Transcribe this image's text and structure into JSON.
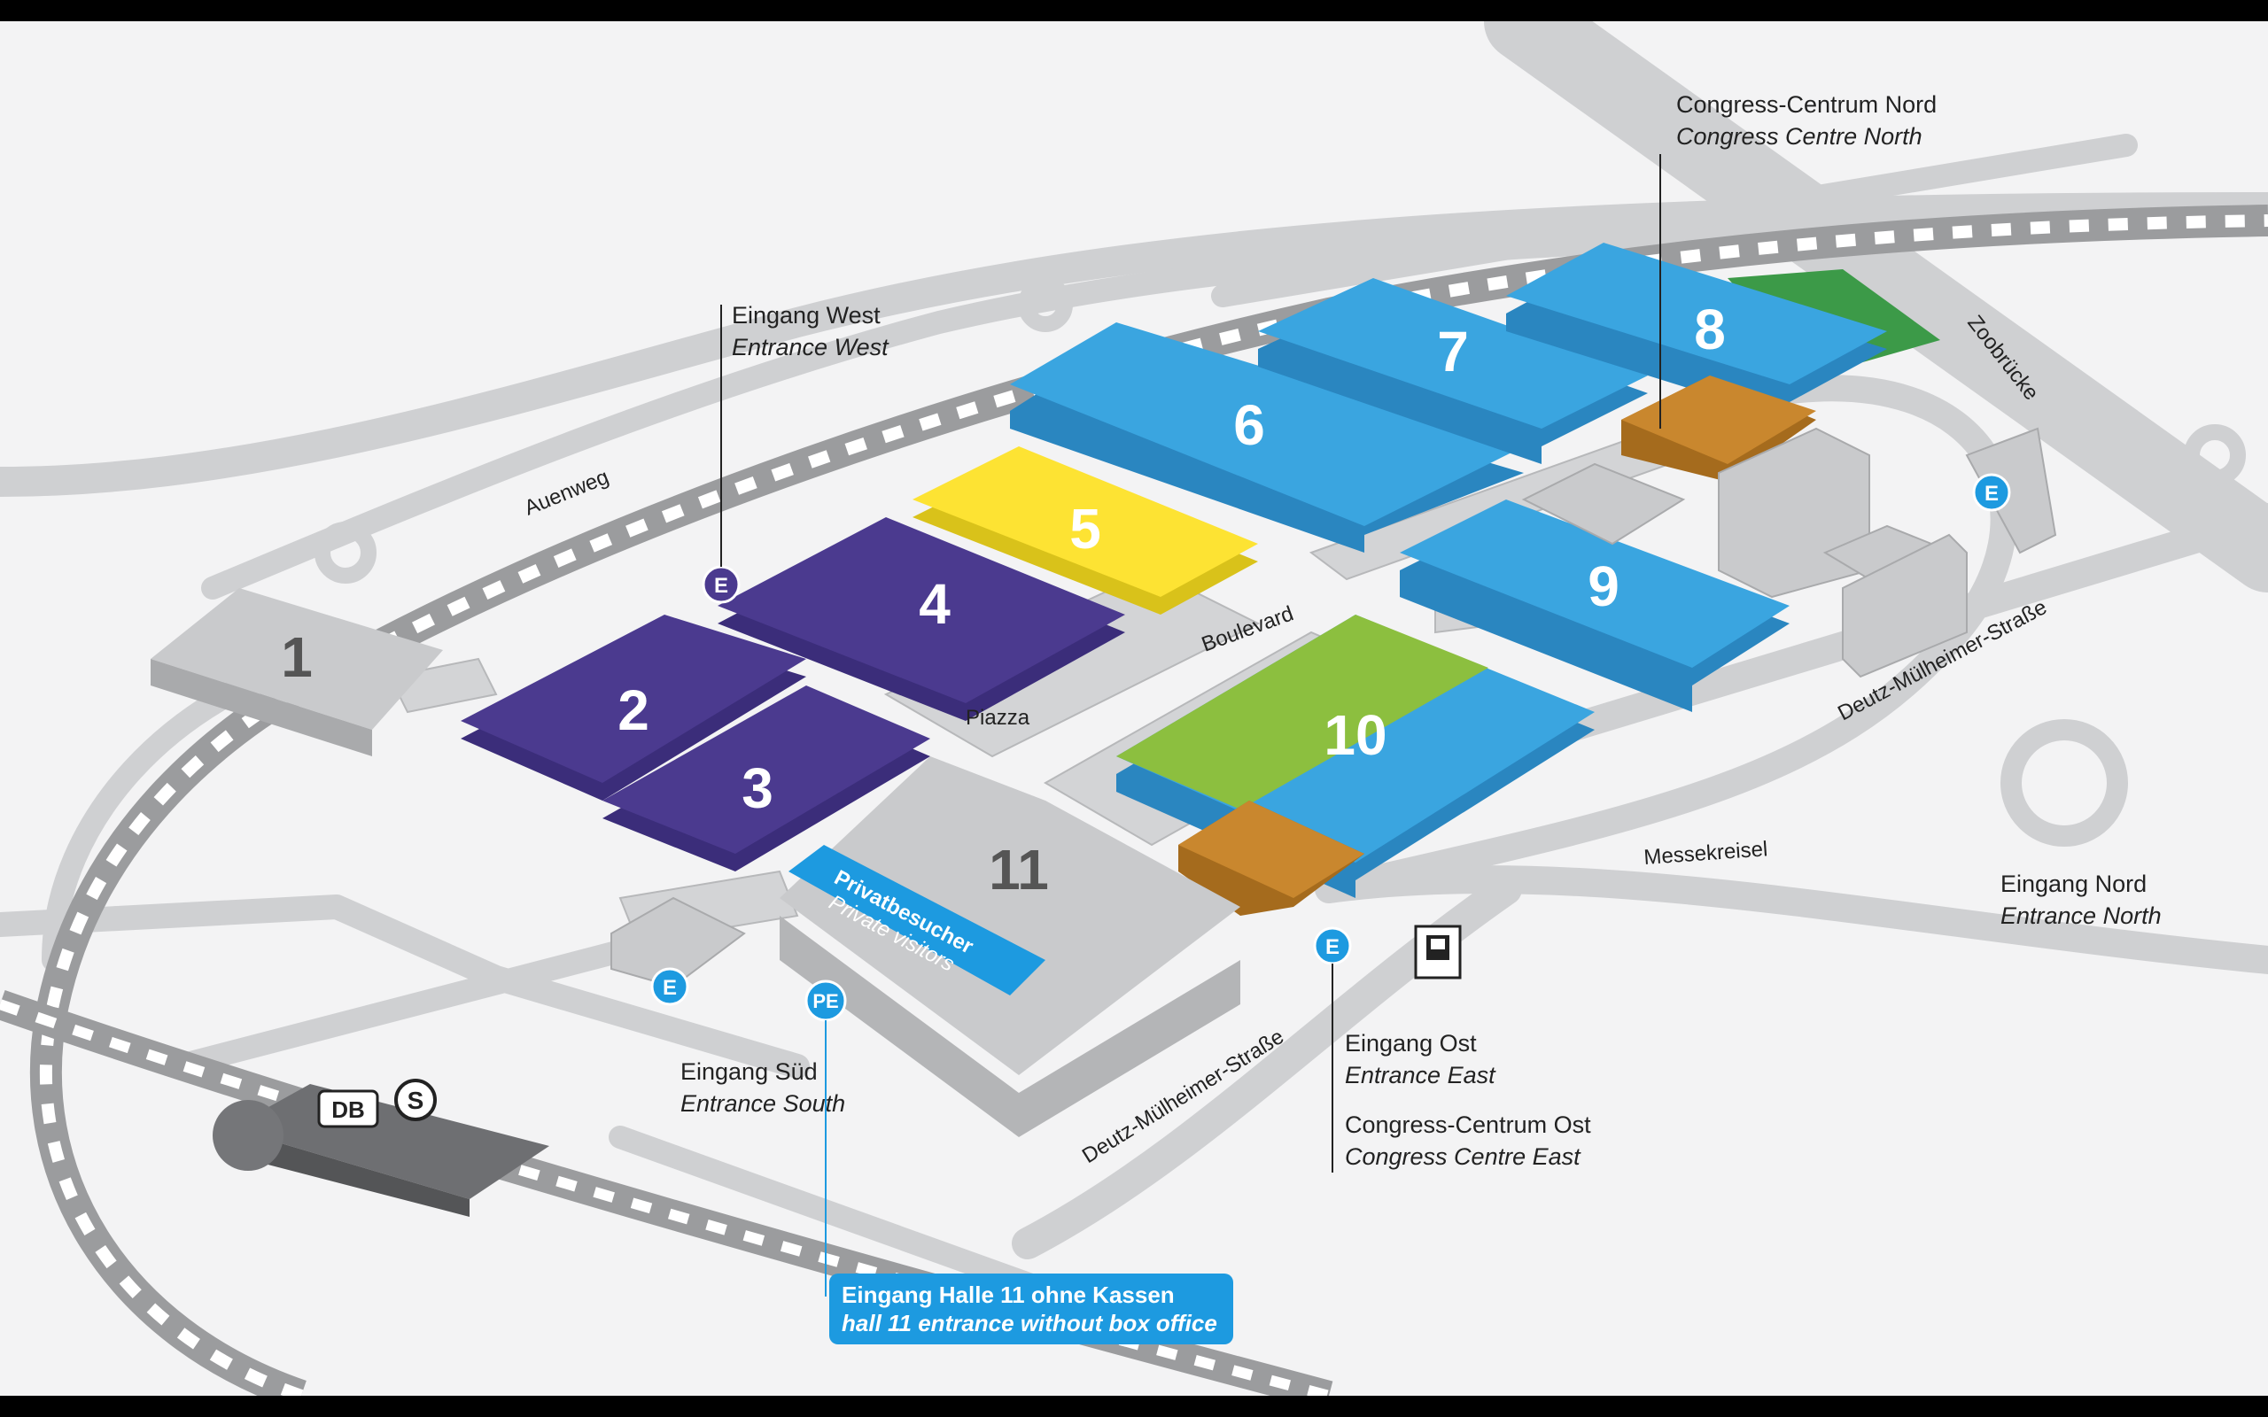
{
  "halls": [
    {
      "id": "1",
      "label": "1",
      "color": "#c9cacc"
    },
    {
      "id": "2",
      "label": "2",
      "color": "#4b3a8f"
    },
    {
      "id": "3",
      "label": "3",
      "color": "#4b3a8f"
    },
    {
      "id": "4",
      "label": "4",
      "color": "#4b3a8f"
    },
    {
      "id": "5",
      "label": "5",
      "color": "#fde333"
    },
    {
      "id": "6",
      "label": "6",
      "color": "#3aa5e0"
    },
    {
      "id": "7",
      "label": "7",
      "color": "#3aa5e0"
    },
    {
      "id": "8",
      "label": "8",
      "color": "#3aa5e0"
    },
    {
      "id": "9",
      "label": "9",
      "color": "#3aa5e0"
    },
    {
      "id": "10",
      "label": "10",
      "color": "#3aa5e0"
    },
    {
      "id": "11",
      "label": "11",
      "color": "#c9cacc"
    }
  ],
  "colors": {
    "hall_purple": "#4b3a8f",
    "hall_blue": "#3aa5e0",
    "hall_yellow": "#fde333",
    "hall_green": "#8cbf3f",
    "congress_orange": "#c9872e",
    "road": "#cfd0d2",
    "park": "#3c9a48",
    "entrance_badge": "#1d9ae0",
    "entrance_west_badge": "#4b3a8f"
  },
  "streets": {
    "auenweg": "Auenweg",
    "boulevard": "Boulevard",
    "plaza": "Piazza",
    "zoobruecke": "Zoobrücke",
    "deutz_east": "Deutz-Mülheimer-Straße",
    "deutz_south": "Deutz-Mülheimer-Straße",
    "messekreisel": "Messekreisel"
  },
  "entrances": {
    "west": {
      "de": "Eingang West",
      "en": "Entrance West"
    },
    "south": {
      "de": "Eingang Süd",
      "en": "Entrance South"
    },
    "east": {
      "de": "Eingang Ost",
      "en": "Entrance East"
    },
    "north": {
      "de": "Eingang Nord",
      "en": "Entrance North"
    }
  },
  "congress": {
    "north": {
      "de": "Congress-Centrum Nord",
      "en": "Congress Centre North"
    },
    "east": {
      "de": "Congress-Centrum Ost",
      "en": "Congress Centre East"
    }
  },
  "private_visitors": {
    "de": "Privatbesucher",
    "en": "Private visitors"
  },
  "hall11_entrance": {
    "de": "Eingang Halle 11 ohne Kassen",
    "en": "hall 11 entrance without box office"
  },
  "badges": {
    "entrance": "E",
    "private_entrance": "PE",
    "db": "DB",
    "sbahn": "S"
  }
}
